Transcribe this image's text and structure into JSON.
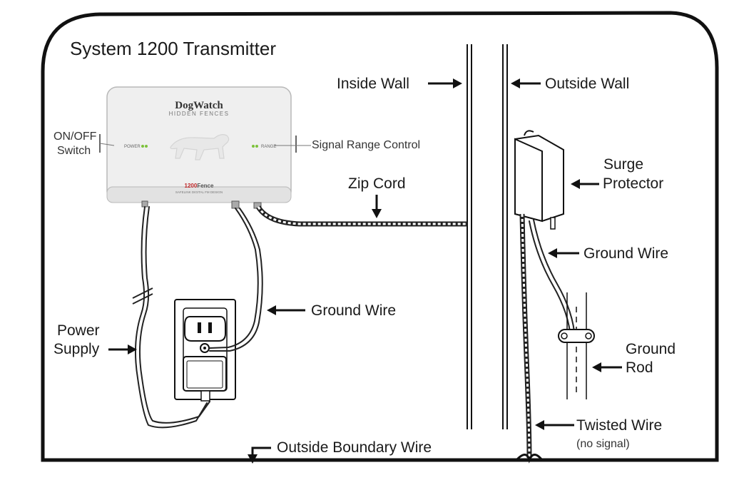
{
  "title": "System 1200 Transmitter",
  "labels": {
    "inside_wall": "Inside Wall",
    "outside_wall": "Outside Wall",
    "on_off_line1": "ON/OFF",
    "on_off_line2": "Switch",
    "signal_range": "Signal Range Control",
    "zip_cord": "Zip Cord",
    "surge_line1": "Surge",
    "surge_line2": "Protector",
    "ground_wire_outlet": "Ground Wire",
    "ground_wire_rod": "Ground Wire",
    "power_line1": "Power",
    "power_line2": "Supply",
    "ground_rod_line1": "Ground",
    "ground_rod_line2": "Rod",
    "twisted_line1": "Twisted Wire",
    "twisted_line2": "(no signal)",
    "boundary": "Outside Boundary Wire"
  },
  "device": {
    "brand": "DogWatch",
    "tagline": "HIDDEN FENCES",
    "power_label": "POWER",
    "range_label": "RANGE",
    "model_number": "1200",
    "model_name": "Fence",
    "model_sub": "SAFELINK DIGITAL FM DESIGN"
  },
  "colors": {
    "line": "#1a1a1a",
    "device_body": "#efefef",
    "model_red": "#c0282a",
    "led_green": "#7cc23a"
  }
}
